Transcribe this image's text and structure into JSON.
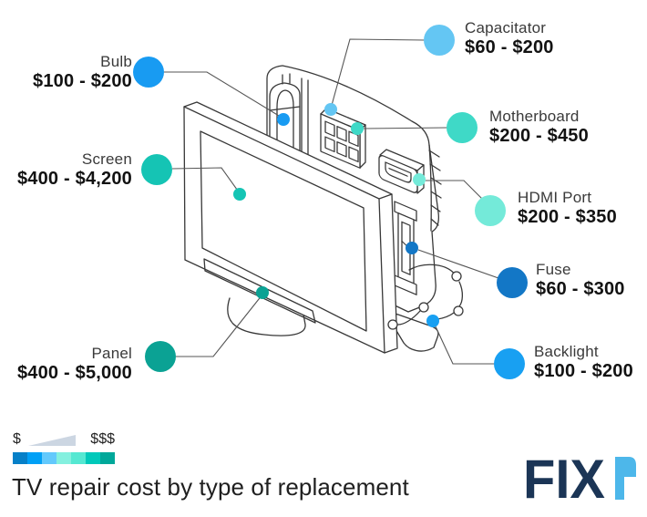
{
  "title": "TV repair cost by type of replacement",
  "parts": [
    {
      "name": "Bulb",
      "price": "$100 - $200",
      "color": "#189bf2"
    },
    {
      "name": "Screen",
      "price": "$400 - $4,200",
      "color": "#15c4b4"
    },
    {
      "name": "Panel",
      "price": "$400 - $5,000",
      "color": "#0ba294"
    },
    {
      "name": "Capacitator",
      "price": "$60 - $200",
      "color": "#64c6f3"
    },
    {
      "name": "Motherboard",
      "price": "$200 - $450",
      "color": "#3fd9c7"
    },
    {
      "name": "HDMI Port",
      "price": "$200 - $350",
      "color": "#74ead9"
    },
    {
      "name": "Fuse",
      "price": "$60 - $300",
      "color": "#1377c6"
    },
    {
      "name": "Backlight",
      "price": "$100 - $200",
      "color": "#18a0f2"
    }
  ],
  "legend": {
    "low_label": "$",
    "high_label": "$$$",
    "wedge_color": "#ccd6e2",
    "colors": [
      "#0680c8",
      "#00a0f6",
      "#63c9fc",
      "#84f0df",
      "#55e8d2",
      "#00c9ba",
      "#00a89a"
    ]
  },
  "logo": {
    "text": "FIX",
    "mark": "r-glyph",
    "navy": "#1b3556",
    "blue": "#4db7ea"
  }
}
